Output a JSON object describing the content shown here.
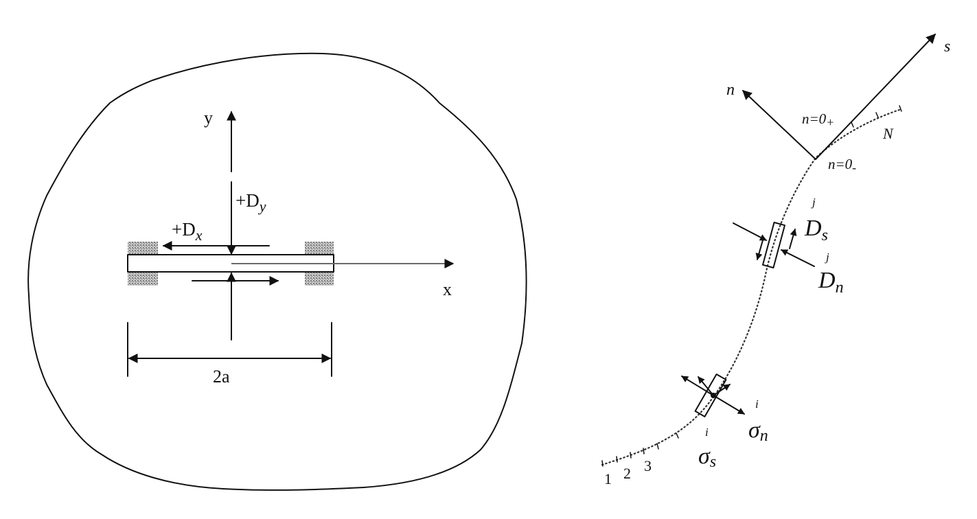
{
  "left_panel": {
    "y_axis_label": "y",
    "x_axis_label": "x",
    "dy_label": "+D",
    "dy_sub": "y",
    "dx_label": "+D",
    "dx_sub": "x",
    "width_label": "2a"
  },
  "right_panel": {
    "s_axis_label": "s",
    "n_axis_label": "n",
    "n_plus_label": "n=0",
    "n_plus_sub": "+",
    "n_minus_label": "n=0",
    "n_minus_sub": "-",
    "end_label": "N",
    "elem_j_sup": "j",
    "ds_main": "D",
    "ds_sub": "s",
    "elem_j_sup2": "j",
    "dn_main": "D",
    "dn_sub": "n",
    "elem_i_sup": "i",
    "sn_main": "σ",
    "sn_sub": "n",
    "elem_i_sup2": "i",
    "ss_main": "σ",
    "ss_sub": "s",
    "node_labels": [
      "1",
      "2",
      "3"
    ]
  },
  "colors": {
    "ink": "#111111",
    "hatch": "#9a9a9a",
    "background": "#ffffff"
  }
}
